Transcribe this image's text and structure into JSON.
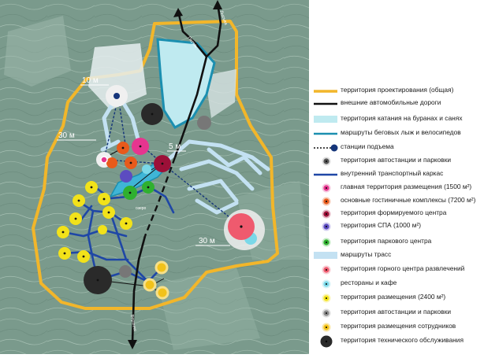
{
  "map": {
    "scale_labels": [
      "10 м",
      "30 м",
      "5 м",
      "30 м"
    ],
    "road_labels": [
      "Пермь",
      "Лысьва",
      "Верхняя"
    ],
    "lake_label": "озеро"
  },
  "legend": {
    "items": [
      {
        "label": "территория проектирования (общая)",
        "symbol": "line",
        "color": "#f2b62a",
        "icon": "boundary-line-icon"
      },
      {
        "label": "внешние автомобильные дороги",
        "symbol": "line",
        "color": "#111111",
        "icon": "road-line-icon"
      },
      {
        "label": "территория катания на буранах и санях",
        "symbol": "rect",
        "color": "#bfeaf0",
        "icon": "snowmobile-area-icon"
      },
      {
        "label": "маршруты беговых лыж и велосипедов",
        "symbol": "line",
        "color": "#1b8fb0",
        "icon": "ski-route-line-icon"
      },
      {
        "label": "станции подъема",
        "symbol": "lift",
        "color": "#15357a",
        "icon": "lift-station-icon"
      },
      {
        "label": "территория автостанции и парковки",
        "symbol": "dot",
        "color": "#555555",
        "ring": "#dddddd",
        "icon": "parking-dot-icon"
      },
      {
        "label": "внутренний транспортный каркас",
        "symbol": "line",
        "color": "#1f47a6",
        "icon": "internal-road-line-icon"
      },
      {
        "label": "главная территория размещения (1500 м²)",
        "symbol": "dot",
        "color": "#e6358f",
        "ring": "#f7c6de",
        "icon": "main-accommodation-dot-icon"
      },
      {
        "label": "основные гостиничные комплексы (7200 м²)",
        "symbol": "dot",
        "color": "#e85a1b",
        "ring": "#f6c9b4",
        "icon": "hotel-complex-dot-icon"
      },
      {
        "label": "территория формируемого центра",
        "symbol": "dot",
        "color": "#9c1038",
        "ring": "#e4b3c1",
        "icon": "center-territory-dot-icon"
      },
      {
        "label": "территория СПА (1000 м²)",
        "symbol": "dot",
        "color": "#5c4cc0",
        "ring": "#d1cbf0",
        "icon": "spa-dot-icon"
      },
      {
        "label": "территория паркового центра",
        "symbol": "dot",
        "color": "#2fb02f",
        "ring": "#c3ebc3",
        "icon": "park-center-dot-icon"
      },
      {
        "label": "маршруты трасс",
        "symbol": "rect",
        "color": "#c3e1f2",
        "icon": "slope-route-icon"
      },
      {
        "label": "территория горного центра развлечений",
        "symbol": "dot",
        "color": "#ef5a6e",
        "ring": "#f9cbd2",
        "icon": "entertainment-dot-icon"
      },
      {
        "label": "рестораны и кафе",
        "symbol": "dot",
        "color": "#7ad8e8",
        "ring": "#d6f3f8",
        "icon": "restaurant-dot-icon"
      },
      {
        "label": "территория размещения (2400 м²)",
        "symbol": "dot",
        "color": "#f2e21a",
        "ring": "#fbf5b6",
        "icon": "accommodation-dot-icon"
      },
      {
        "label": "территория автостанции и парковки",
        "symbol": "dot",
        "color": "#8a8a8a",
        "ring": "#dcdcdc",
        "icon": "parking-dot-icon-2"
      },
      {
        "label": "территория размещения сотрудников",
        "symbol": "dot",
        "color": "#f2c21a",
        "ring": "#fbe7a6",
        "icon": "staff-housing-dot-icon"
      },
      {
        "label": "территория технического обслуживания",
        "symbol": "bigdot",
        "color": "#2a2a2a",
        "icon": "maintenance-dot-icon"
      }
    ]
  }
}
